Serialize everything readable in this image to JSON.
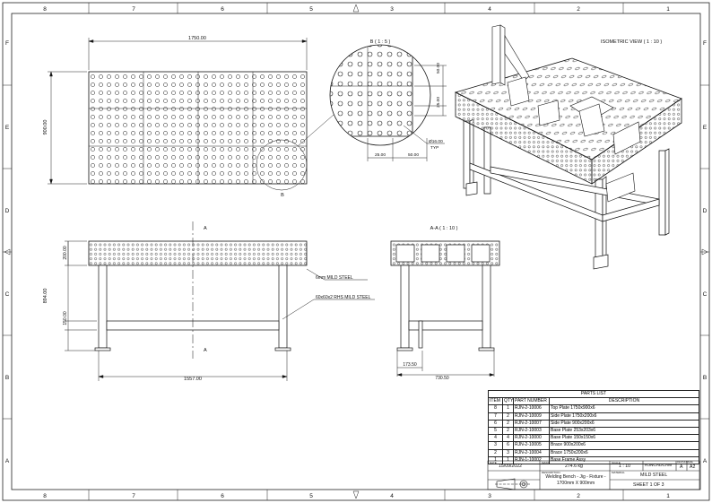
{
  "border": {
    "top_cols": [
      "8",
      "7",
      "6",
      "5",
      "4",
      "3",
      "2",
      "1"
    ],
    "bottom_cols": [
      "8",
      "7",
      "6",
      "5",
      "4",
      "3",
      "2",
      "1"
    ],
    "rows": [
      "F",
      "E",
      "D",
      "C",
      "B",
      "A"
    ]
  },
  "views": {
    "top": {
      "width_dim": "1750.00",
      "height_dim": "900.00",
      "detail_marker": "B"
    },
    "detail": {
      "title": "B ( 1 : 5 )",
      "dims": [
        "50.00",
        "25.00",
        "25.00",
        "50.00"
      ],
      "hole": "Ø16.00",
      "hole_note": "TYP"
    },
    "iso": {
      "title": "ISOMETRIC VIEW ( 1 : 10 )"
    },
    "front": {
      "section_marker": "A",
      "dim_top": "200.00",
      "dim_height": "894.00",
      "dim_low": "150.00",
      "dim_width": "1557.00",
      "label_plate": "6mm MILD STEEL",
      "label_rhs": "60x60x2 RHS MILD STEEL"
    },
    "section": {
      "title": "A-A ( 1 : 10 )",
      "dim_a": "173.50",
      "dim_b": "730.50"
    }
  },
  "parts_list": {
    "title": "PARTS LIST",
    "headers": [
      "ITEM",
      "QTY",
      "PART NUMBER",
      "DESCRIPTION"
    ],
    "rows": [
      [
        "8",
        "1",
        "RJN-2-10006",
        "Top Plate 1750x900x6"
      ],
      [
        "7",
        "2",
        "RJN-2-10009",
        "Side Plate 1750x200x6"
      ],
      [
        "6",
        "2",
        "RJN-2-10007",
        "Side Plate 900x200x6"
      ],
      [
        "5",
        "2",
        "RJN-2-10003",
        "Base Plate 253x203x6"
      ],
      [
        "4",
        "4",
        "RJN-2-10000",
        "Base Plate 150x150x6"
      ],
      [
        "3",
        "6",
        "RJN-2-10005",
        "Brace 900x200x6"
      ],
      [
        "2",
        "3",
        "RJN-2-10004",
        "Brace 1750x200x6"
      ],
      [
        "1",
        "1",
        "RJN-1-10002",
        "Base Frame Assy"
      ]
    ]
  },
  "title_block": {
    "date_label": "DATE",
    "date": "15/09/2022",
    "mass_label": "MASS",
    "mass": "274.6 kg",
    "scale_label": "SCALE",
    "scale": "1 : 10",
    "drawn_by": "RJNCADCAM",
    "revision_label": "REVISION",
    "revision": "A",
    "size_label": "SIZE",
    "size": "A2",
    "desc_label": "DESCRIPTION",
    "description": "Welding Bench - Jig - Fixture - 1700mm X 900mm",
    "material_label": "MATERIAL",
    "material": "MILD STEEL",
    "sheet": "SHEET 1 OF 3"
  }
}
